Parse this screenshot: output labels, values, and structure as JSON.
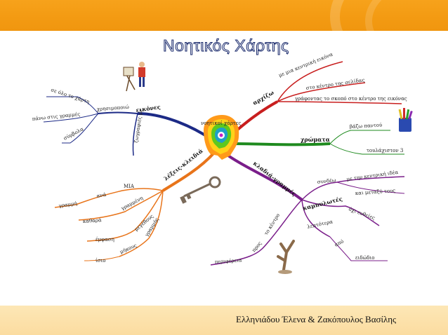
{
  "title": "Νοητικός Χάρτης",
  "footer": "Ελληνιάδου Έλενα & Ζακόπουλος Βασίλης",
  "colors": {
    "top_band": "#f39a12",
    "bottom_band": "#fbdca0",
    "blue": "#1c2a86",
    "red": "#c81e1e",
    "green": "#1e8a1e",
    "purple": "#7a1e8a",
    "orange": "#e8741a"
  },
  "center": {
    "label": "νοητικοί χάρτες"
  },
  "branches": {
    "eikones": {
      "label": "εικόνες",
      "sub1": "χρησιμοποιώ",
      "leaf1": "σε όλο το χάρτη",
      "leaf2": "πάνω στις γραμμές",
      "leaf3": "σύμβολα",
      "sub2": "ζωγραφιές με"
    },
    "arxizo": {
      "label": "αρχίζω",
      "leaf1": "με μια κεντρική εικόνα",
      "leaf2": "στο κέντρο της σελίδας",
      "leaf3": "γράφοντας το σκοπό στο κέντρο της εικόνας"
    },
    "xromata": {
      "label": "χρώματα",
      "leaf1": "βάζω παντού",
      "leaf2": "τουλάχιστον 3"
    },
    "kladia": {
      "label": "κλαδιά-γραμμές",
      "sub1": "συνδέω",
      "leaf1": "με την κεντρική ιδέα",
      "leaf2": "και μεταξύ τους",
      "sub2": "καμπυλωτές",
      "leaf3": "όχι ευθείες",
      "sub3": "λεπτότερα",
      "leaf4": "από",
      "leaf5": "ειδώδιο",
      "sub4": "το κέντρο",
      "leaf6": "προς",
      "leaf7": "περιφέρεια"
    },
    "lexeis": {
      "label": "λέξεις-κλειδιά",
      "sub1": "ΜΙΑ",
      "leaf1": "ανά",
      "leaf2": "γραμμή",
      "sub2": "γραμμένη",
      "leaf3": "καθαρά",
      "sub3": "μεγέθους",
      "leaf4": "έμφαση",
      "sub4": "γραμμής",
      "leaf5": "μήκους",
      "leaf6": "ίσιο"
    }
  },
  "icons": [
    "painter-icon",
    "pencils-icon",
    "key-icon",
    "tree-icon",
    "central-head-icon"
  ]
}
